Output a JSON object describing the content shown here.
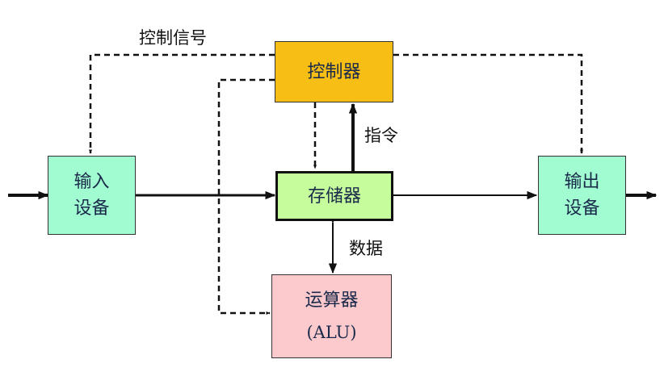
{
  "controller": {
    "label": "控制器"
  },
  "memory": {
    "label": "存储器"
  },
  "input_device": {
    "line1": "输入",
    "line2": "设备"
  },
  "output_device": {
    "line1": "输出",
    "line2": "设备"
  },
  "alu": {
    "line1": "运算器",
    "line2": "(ALU)"
  },
  "labels": {
    "control_signal": "控制信号",
    "instruction": "指令",
    "data": "数据"
  },
  "colors": {
    "controller_fill": "#f7be16",
    "memory_fill": "#c6fc9c",
    "io_fill": "#a2fcd2",
    "alu_fill": "#fccacc",
    "line": "#111111"
  }
}
